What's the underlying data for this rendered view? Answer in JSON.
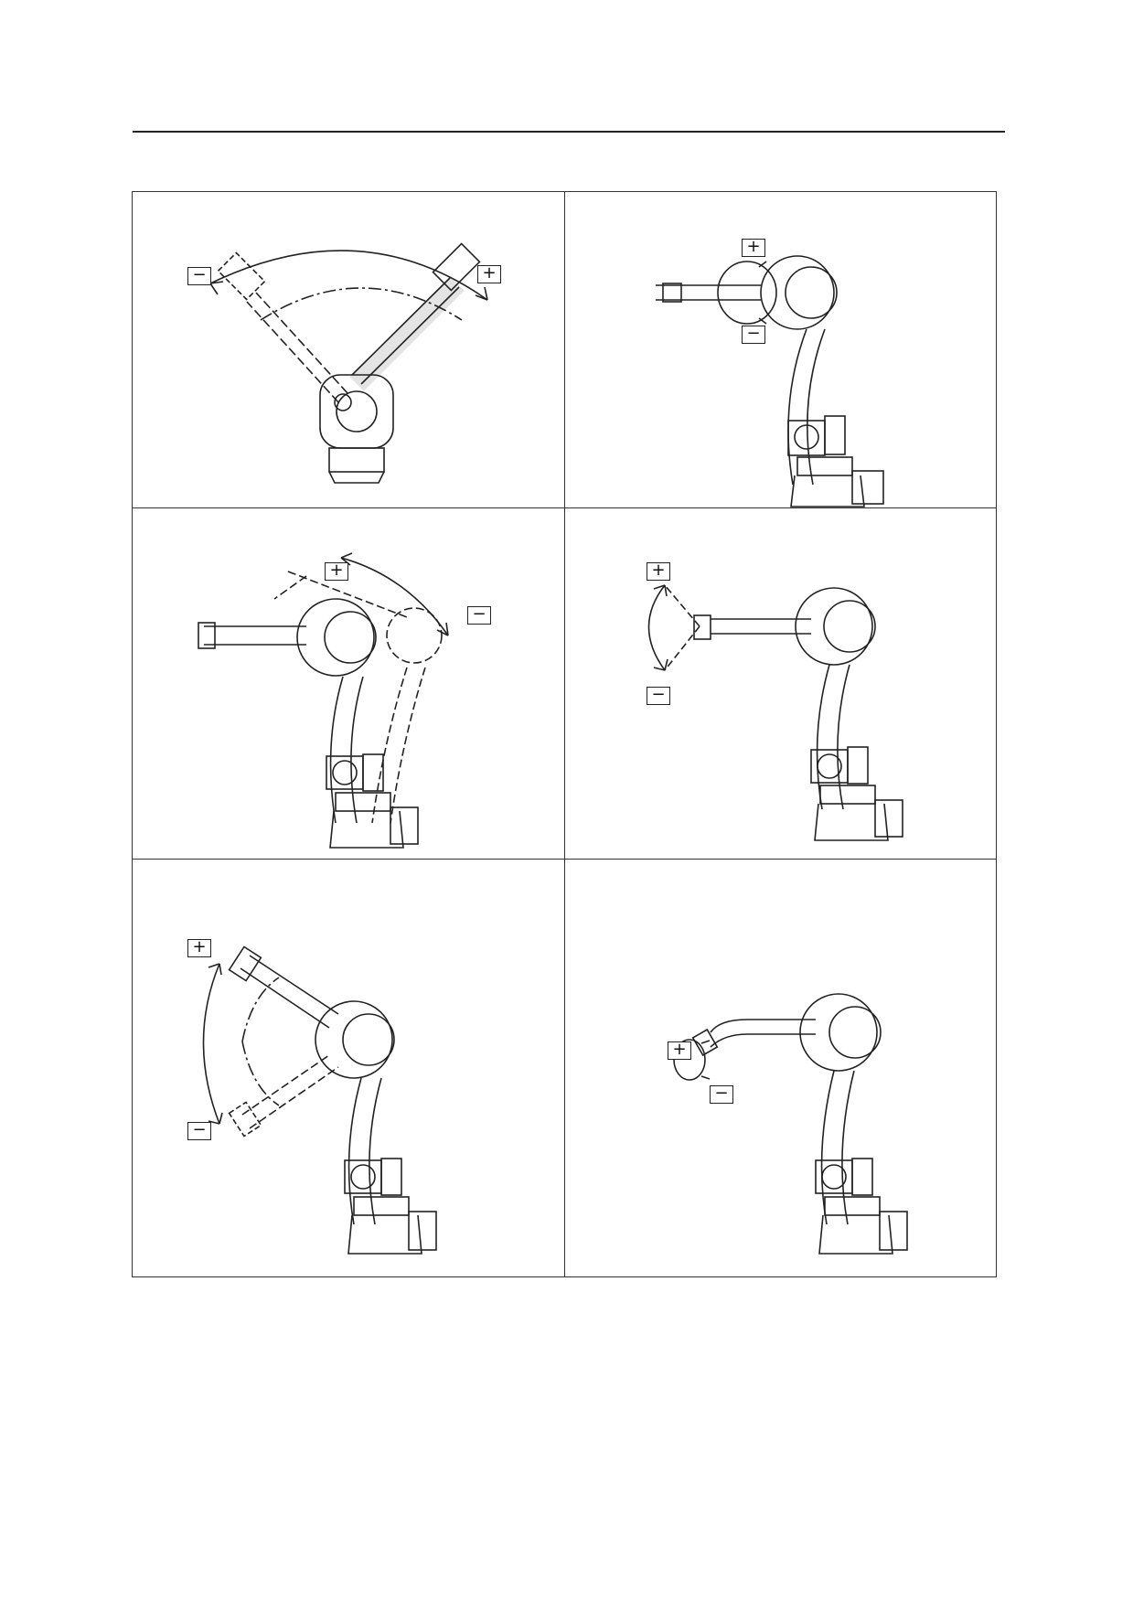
{
  "page": {
    "header_rule": true
  },
  "figure": {
    "panels": [
      {
        "id": "axis-1-rotation",
        "plus_label": "+",
        "minus_label": "−"
      },
      {
        "id": "axis-4-wrist-roll",
        "plus_label": "+",
        "minus_label": "−"
      },
      {
        "id": "axis-2-lower-arm",
        "plus_label": "+",
        "minus_label": "−"
      },
      {
        "id": "axis-5-wrist-bend",
        "plus_label": "+",
        "minus_label": "−"
      },
      {
        "id": "axis-3-upper-arm",
        "plus_label": "+",
        "minus_label": "−"
      },
      {
        "id": "axis-6-flange-rotation",
        "plus_label": "+",
        "minus_label": "−"
      }
    ],
    "icons": {
      "robot": "industrial-robot-icon",
      "arrow": "motion-arrow-icon"
    },
    "colors": {
      "line": "#222222",
      "background": "#ffffff"
    }
  }
}
